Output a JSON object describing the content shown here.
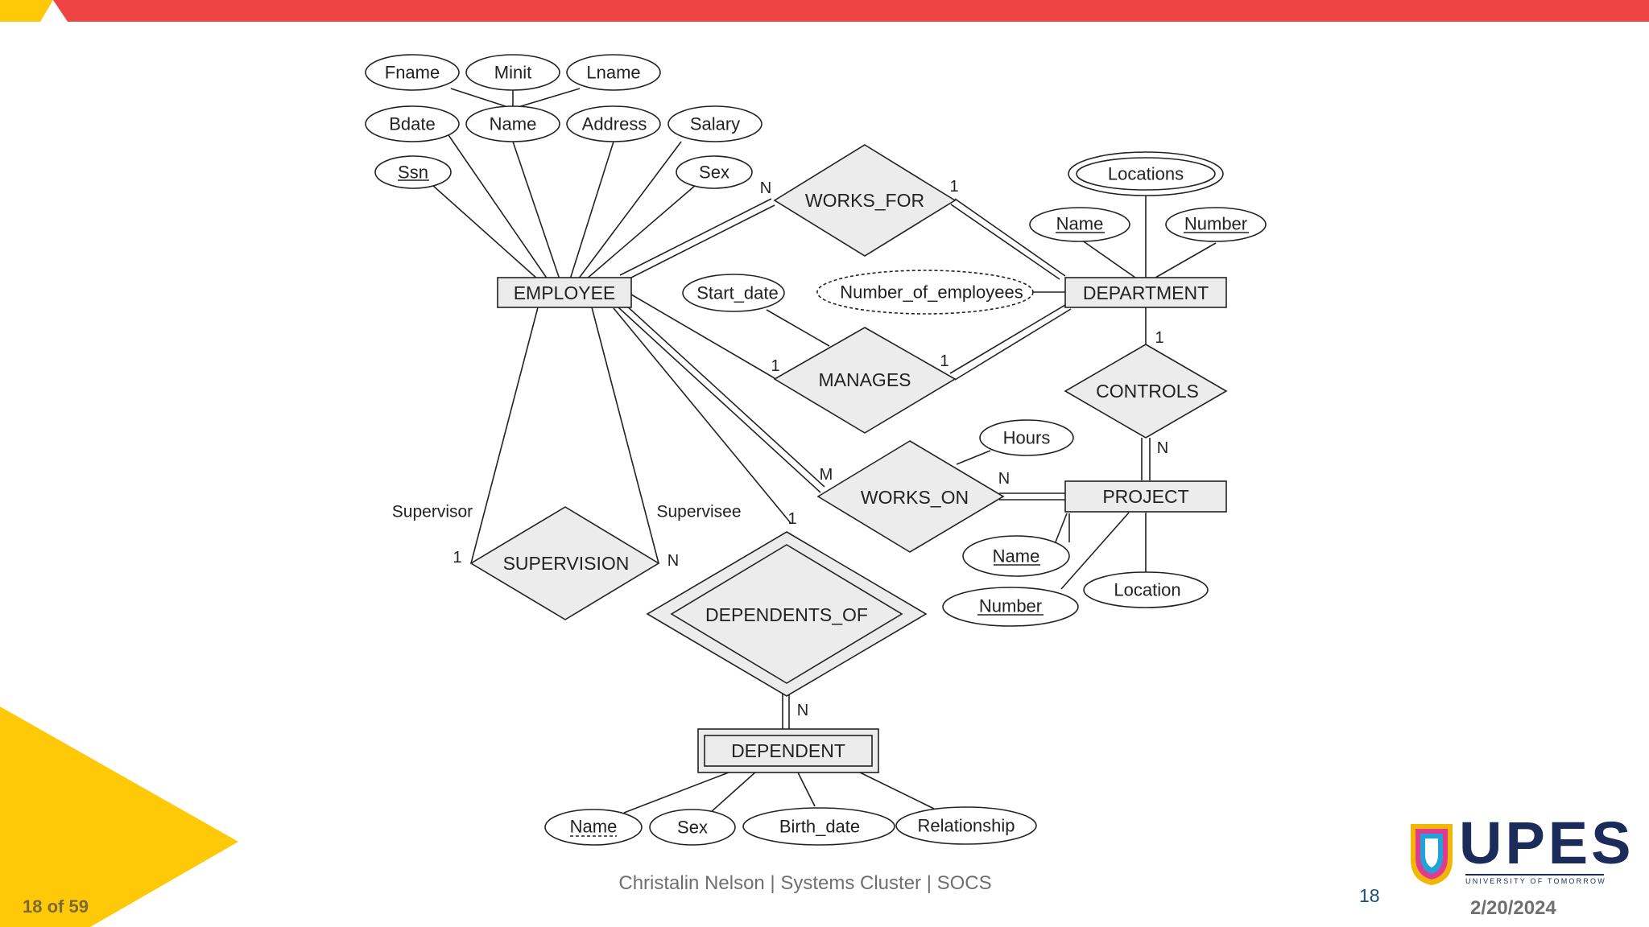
{
  "theme": {
    "accent_red": "#ef4444",
    "accent_yellow": "#ffc908",
    "ink": "#222222",
    "fill": "#ececec"
  },
  "diagram": {
    "entities": {
      "employee": "EMPLOYEE",
      "department": "DEPARTMENT",
      "project": "PROJECT",
      "dependent": "DEPENDENT"
    },
    "relationships": {
      "works_for": "WORKS_FOR",
      "manages": "MANAGES",
      "controls": "CONTROLS",
      "works_on": "WORKS_ON",
      "supervision": "SUPERVISION",
      "dependents_of": "DEPENDENTS_OF"
    },
    "attributes": {
      "fname": "Fname",
      "minit": "Minit",
      "lname": "Lname",
      "bdate": "Bdate",
      "name": "Name",
      "address": "Address",
      "salary": "Salary",
      "ssn": "Ssn",
      "sex": "Sex",
      "locations": "Locations",
      "dept_name": "Name",
      "dept_number": "Number",
      "start_date": "Start_date",
      "number_of_employees": "Number_of_employees",
      "hours": "Hours",
      "proj_name": "Name",
      "proj_number": "Number",
      "location": "Location",
      "dep_name": "Name",
      "dep_sex": "Sex",
      "birth_date": "Birth_date",
      "relationship": "Relationship"
    },
    "cardinalities": {
      "works_for_emp": "N",
      "works_for_dept": "1",
      "manages_emp": "1",
      "manages_dept": "1",
      "controls_dept": "1",
      "controls_proj": "N",
      "works_on_emp": "M",
      "works_on_proj": "N",
      "dependents_of_emp": "1",
      "dependents_of_dep": "N",
      "supervision_supervisor": "1",
      "supervision_supervisee": "N"
    },
    "roles": {
      "supervisor": "Supervisor",
      "supervisee": "Supervisee"
    }
  },
  "footer": {
    "center_text": "Christalin Nelson | Systems Cluster | SOCS",
    "slide_number": "18",
    "date": "2/20/2024",
    "page_count": "18 of 59"
  },
  "logo": {
    "name": "UPES",
    "tagline": "UNIVERSITY OF TOMORROW"
  }
}
